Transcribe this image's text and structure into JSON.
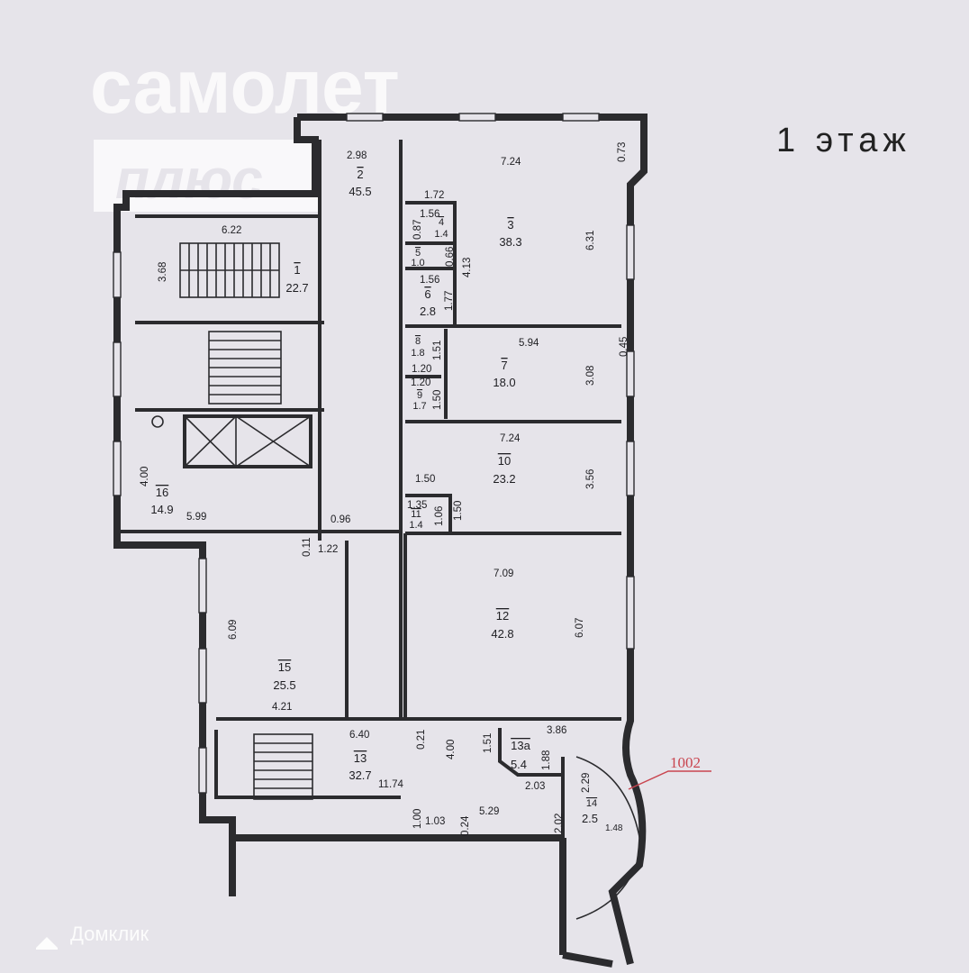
{
  "title": "1 этаж",
  "watermark": {
    "brand_line1": "самолет",
    "brand_line2": "плюс",
    "source": "Домклик"
  },
  "annotation": {
    "label": "1002",
    "color": "#c9454f"
  },
  "rooms": [
    {
      "num": "1",
      "area": "22.7"
    },
    {
      "num": "2",
      "area": "45.5"
    },
    {
      "num": "3",
      "area": "38.3"
    },
    {
      "num": "4",
      "area": "1.4"
    },
    {
      "num": "5",
      "area": "1.0"
    },
    {
      "num": "6",
      "area": "2.8"
    },
    {
      "num": "7",
      "area": "18.0"
    },
    {
      "num": "8",
      "area": "1.8"
    },
    {
      "num": "9",
      "area": "1.7"
    },
    {
      "num": "10",
      "area": "23.2"
    },
    {
      "num": "11",
      "area": "1.4"
    },
    {
      "num": "12",
      "area": "42.8"
    },
    {
      "num": "13",
      "area": "32.7"
    },
    {
      "num": "13а",
      "area": "5.4"
    },
    {
      "num": "14",
      "area": "2.5"
    },
    {
      "num": "15",
      "area": "25.5"
    },
    {
      "num": "16",
      "area": "14.9"
    }
  ],
  "dims": [
    "2.98",
    "7.24",
    "0.73",
    "6.22",
    "3.68",
    "1.72",
    "1.56",
    "0.87",
    "0.66",
    "4.13",
    "1.56",
    "1.77",
    "6.31",
    "5.94",
    "0.45",
    "1.51",
    "1.20",
    "1.20",
    "1.50",
    "3.08",
    "7.24",
    "1.50",
    "3.56",
    "1.35",
    "1.06",
    "1.50",
    "4.00",
    "5.99",
    "0.96",
    "0.11",
    "1.22",
    "7.09",
    "6.07",
    "6.09",
    "4.21",
    "6.40",
    "0.21",
    "4.00",
    "3.86",
    "1.51",
    "1.88",
    "11.74",
    "2.03",
    "2.29",
    "5.29",
    "1.00",
    "1.03",
    "0.24",
    "2.02",
    "1.48"
  ]
}
